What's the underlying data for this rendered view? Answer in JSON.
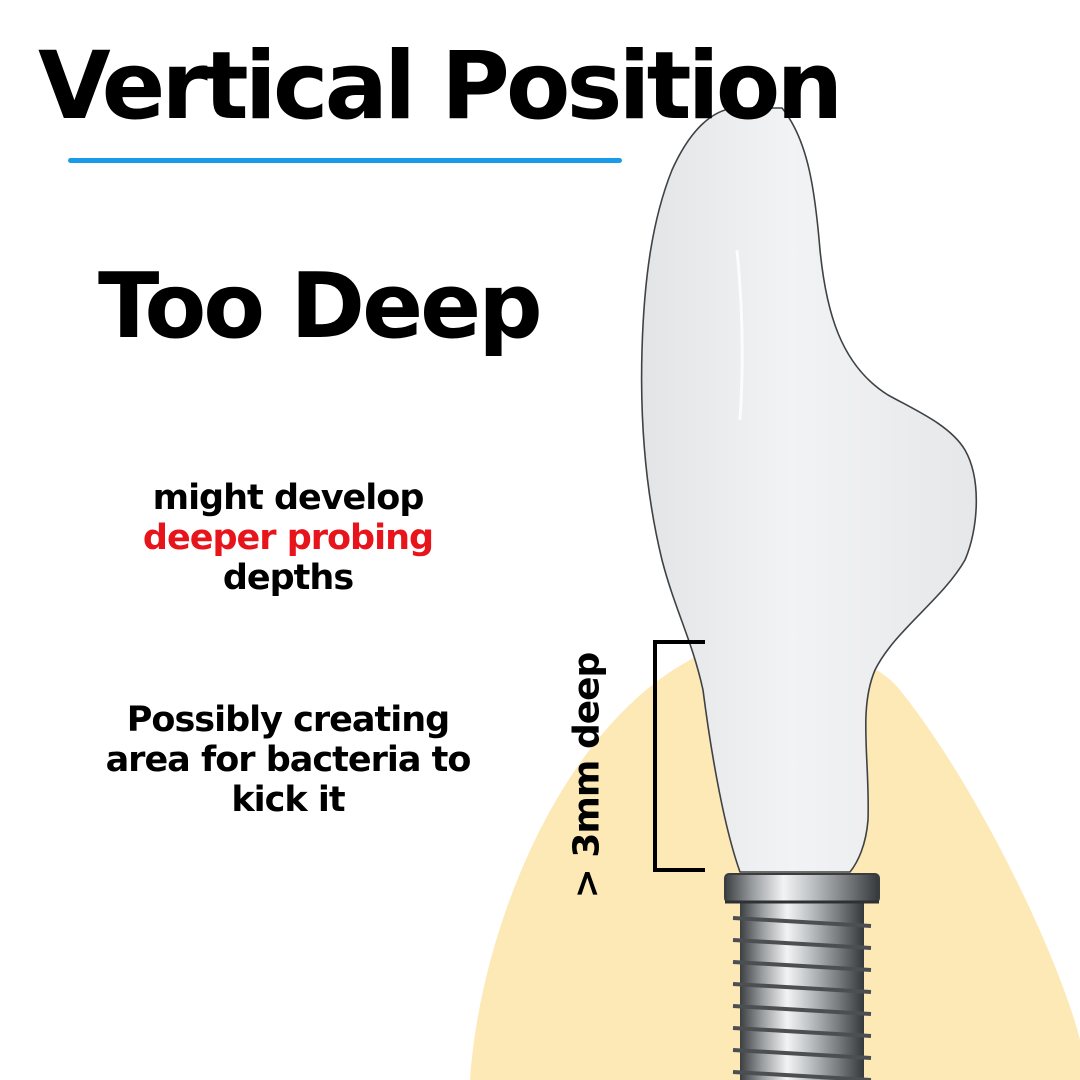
{
  "title": "Vertical Position",
  "subtitle": "Too Deep",
  "note1": {
    "line1": "might develop",
    "line2_highlight": "deeper probing",
    "line3": "depths"
  },
  "note2": {
    "line1": "Possibly creating",
    "line2": "area for bacteria to",
    "line3": "kick it"
  },
  "depth_label": "> 3mm deep",
  "colors": {
    "accent_underline": "#1a9be8",
    "highlight_text": "#e8141c",
    "bone": "#fde9b6",
    "crown": "#ecedef",
    "implant_metal": "#8f9295"
  },
  "icons": {
    "crown": "tooth-crown-icon",
    "implant": "implant-screw-icon",
    "bone": "bone-ridge-icon"
  }
}
